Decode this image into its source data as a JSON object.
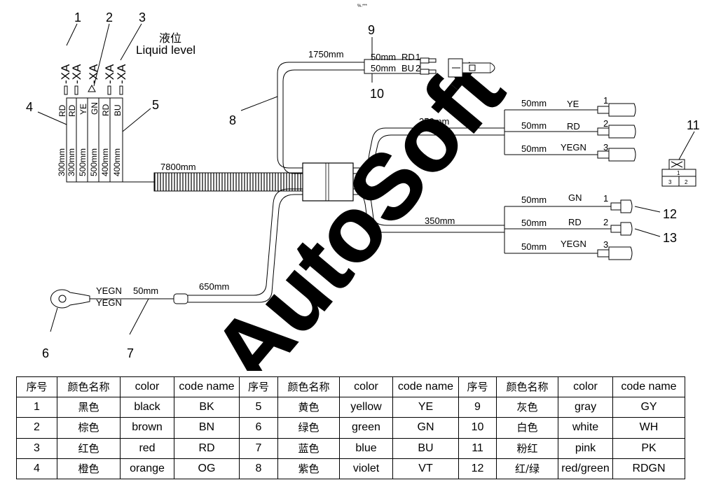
{
  "diagram": {
    "corner_mark": "%.***",
    "level_label_cn": "液位",
    "level_label_en": "Liquid level",
    "callouts": [
      "1",
      "2",
      "3",
      "4",
      "5",
      "6",
      "7",
      "8",
      "9",
      "10",
      "11",
      "12",
      "13"
    ],
    "sensor_plug": "-XA",
    "sensor_wire_colors": [
      "RD",
      "RD",
      "YE",
      "GN",
      "RD",
      "BU"
    ],
    "sensor_wire_lengths": [
      "300mm",
      "300mm",
      "500mm",
      "500mm",
      "400mm",
      "400mm"
    ],
    "trunk_length": "7800mm",
    "upper_branch_length": "1750mm",
    "top_wires": [
      {
        "length": "50mm",
        "color": "RD",
        "pin": "1"
      },
      {
        "length": "50mm",
        "color": "BU",
        "pin": "2"
      }
    ],
    "right_group_length": "350mm",
    "group1": [
      {
        "length": "50mm",
        "color": "YE",
        "pin": "1"
      },
      {
        "length": "50mm",
        "color": "RD",
        "pin": "2"
      },
      {
        "length": "50mm",
        "color": "YEGN",
        "pin": "3"
      }
    ],
    "group2": [
      {
        "length": "50mm",
        "color": "GN",
        "pin": "1"
      },
      {
        "length": "50mm",
        "color": "RD",
        "pin": "2"
      },
      {
        "length": "50mm",
        "color": "YEGN",
        "pin": "3"
      }
    ],
    "ground_color_1": "YEGN",
    "ground_color_2": "YEGN",
    "ground_wire_length": "50mm",
    "ground_branch_length": "650mm",
    "connector_pins": [
      "1",
      "2",
      "3"
    ],
    "watermark": "AutoSoft"
  },
  "table": {
    "headers": [
      "序号",
      "颜色名称",
      "color",
      "code name",
      "序号",
      "颜色名称",
      "color",
      "code name",
      "序号",
      "颜色名称",
      "color",
      "code name"
    ],
    "rows": [
      [
        "1",
        "黑色",
        "black",
        "BK",
        "5",
        "黄色",
        "yellow",
        "YE",
        "9",
        "灰色",
        "gray",
        "GY"
      ],
      [
        "2",
        "棕色",
        "brown",
        "BN",
        "6",
        "绿色",
        "green",
        "GN",
        "10",
        "白色",
        "white",
        "WH"
      ],
      [
        "3",
        "红色",
        "red",
        "RD",
        "7",
        "蓝色",
        "blue",
        "BU",
        "11",
        "粉红",
        "pink",
        "PK"
      ],
      [
        "4",
        "橙色",
        "orange",
        "OG",
        "8",
        "紫色",
        "violet",
        "VT",
        "12",
        "红/绿",
        "red/green",
        "RDGN"
      ]
    ]
  }
}
